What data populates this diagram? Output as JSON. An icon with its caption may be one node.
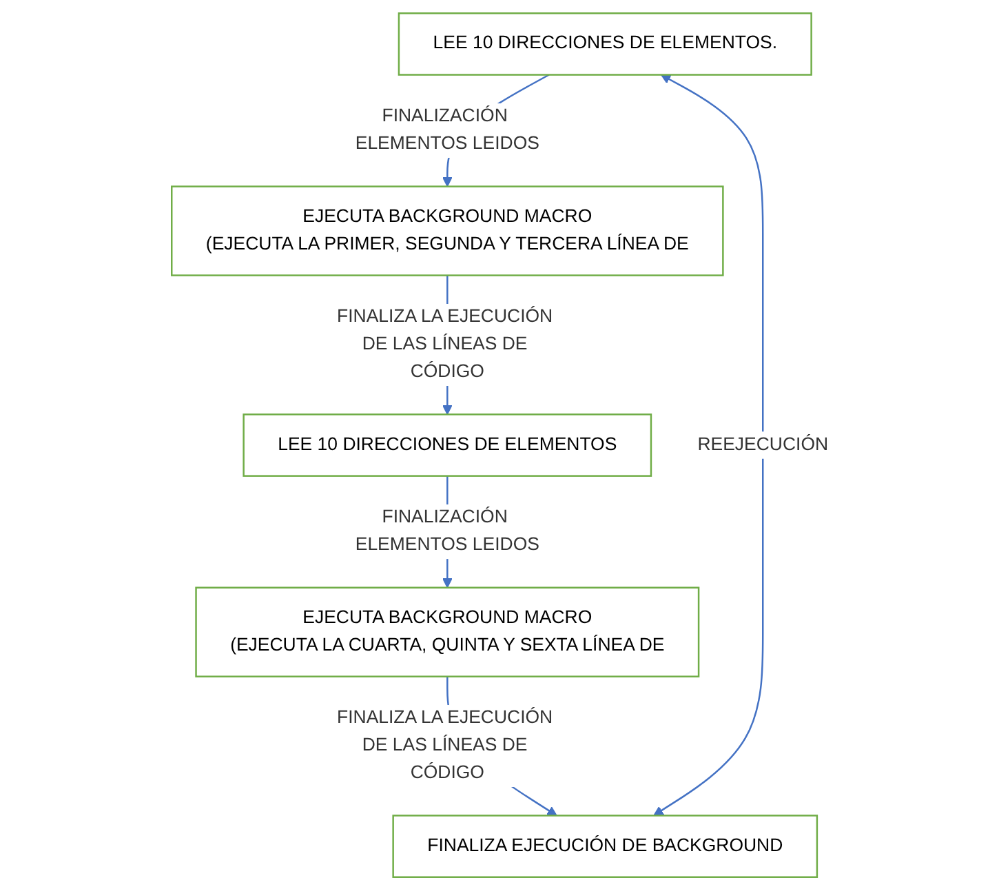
{
  "diagram": {
    "nodes": [
      {
        "text": [
          "LEE 10 DIRECCIONES DE ELEMENTOS."
        ]
      },
      {
        "text": [
          "EJECUTA BACKGROUND MACRO",
          "(EJECUTA LA PRIMER, SEGUNDA Y TERCERA LÍNEA DE"
        ]
      },
      {
        "text": [
          "LEE 10 DIRECCIONES DE ELEMENTOS"
        ]
      },
      {
        "text": [
          "EJECUTA BACKGROUND MACRO",
          "(EJECUTA LA CUARTA, QUINTA Y SEXTA LÍNEA DE"
        ]
      },
      {
        "text": [
          "FINALIZA EJECUCIÓN DE BACKGROUND"
        ]
      }
    ],
    "edges": [
      {
        "from": 0,
        "to": 1,
        "arrow": "to",
        "label": "FINALIZACIÓN ELEMENTOS LEIDOS"
      },
      {
        "from": 1,
        "to": 2,
        "arrow": "to",
        "label": "FINALIZA LA EJECUCIÓN DE LAS LÍNEAS DE CÓDIGO"
      },
      {
        "from": 2,
        "to": 3,
        "arrow": "to",
        "label": "FINALIZACIÓN ELEMENTOS LEIDOS"
      },
      {
        "from": 3,
        "to": 4,
        "arrow": "to",
        "label": "FINALIZA LA EJECUCIÓN DE LAS LÍNEAS DE CÓDIGO"
      },
      {
        "from": 4,
        "to": 0,
        "arrow": "both",
        "label": "REEJECUCIÓN"
      }
    ]
  }
}
